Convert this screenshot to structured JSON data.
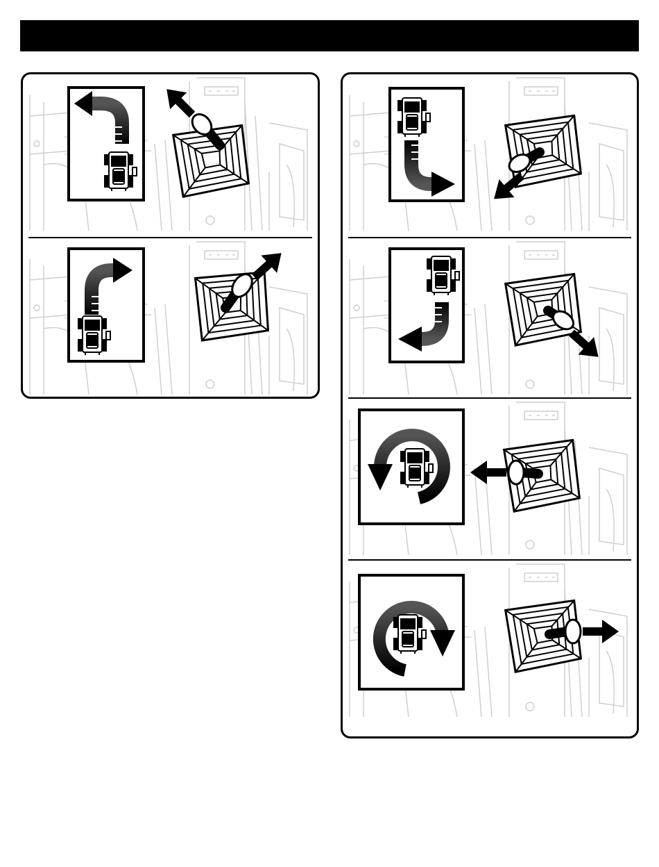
{
  "colors": {
    "ink": "#000000",
    "faint": "#cfcfcf",
    "gradient_light": "#555555"
  },
  "left_panel": {
    "steps": [
      {
        "direction": "forward-left",
        "icon": "curve-arrow-forward-left"
      },
      {
        "direction": "forward-right",
        "icon": "curve-arrow-forward-right"
      }
    ]
  },
  "right_panel": {
    "steps": [
      {
        "direction": "reverse-right",
        "icon": "curve-arrow-reverse-right"
      },
      {
        "direction": "reverse-left",
        "icon": "curve-arrow-reverse-left"
      },
      {
        "direction": "pivot-left",
        "icon": "rotate-counterclockwise"
      },
      {
        "direction": "pivot-right",
        "icon": "rotate-clockwise"
      }
    ]
  }
}
